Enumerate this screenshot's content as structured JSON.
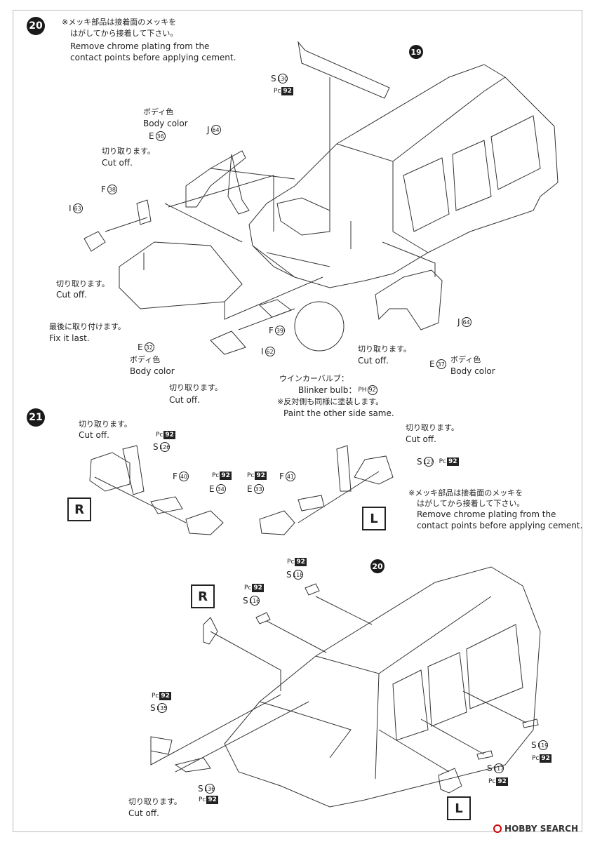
{
  "steps": {
    "s20": "20",
    "s21": "21",
    "s19": "19",
    "s20b": "20"
  },
  "notes": {
    "chrome_jp_1": "※メッキ部品は接着面のメッキを",
    "chrome_jp_2": "はがしてから接着して下さい。",
    "chrome_en_1": "Remove chrome plating from the",
    "chrome_en_2": "contact points before applying cement.",
    "body_color_jp": "ボディ色",
    "body_color_en": "Body color",
    "cutoff_jp": "切り取ります。",
    "cutoff_en": "Cut off.",
    "fixlast_jp": "最後に取り付けます。",
    "fixlast_en": "Fix it last.",
    "blinker_jp": "ウインカーバルブ：",
    "blinker_en": "Blinker bulb：",
    "other_side_jp": "※反対側も同様に塗装します。",
    "other_side_en": "Paint the other side same."
  },
  "parts": {
    "S130": {
      "letter": "S",
      "num": "130"
    },
    "J64": {
      "letter": "J",
      "num": "64"
    },
    "E36": {
      "letter": "E",
      "num": "36"
    },
    "F38": {
      "letter": "F",
      "num": "38"
    },
    "I63": {
      "letter": "I",
      "num": "63"
    },
    "E32": {
      "letter": "E",
      "num": "32"
    },
    "F39": {
      "letter": "F",
      "num": "39"
    },
    "I62": {
      "letter": "I",
      "num": "62"
    },
    "E37": {
      "letter": "E",
      "num": "37"
    },
    "J64b": {
      "letter": "J",
      "num": "64"
    },
    "S126": {
      "letter": "S",
      "num": "126"
    },
    "F40": {
      "letter": "F",
      "num": "40"
    },
    "E34": {
      "letter": "E",
      "num": "34"
    },
    "E33": {
      "letter": "E",
      "num": "33"
    },
    "F41": {
      "letter": "F",
      "num": "41"
    },
    "S127": {
      "letter": "S",
      "num": "127"
    },
    "S118": {
      "letter": "S",
      "num": "118"
    },
    "S116": {
      "letter": "S",
      "num": "116"
    },
    "S135": {
      "letter": "S",
      "num": "135"
    },
    "S136": {
      "letter": "S",
      "num": "136"
    },
    "S117": {
      "letter": "S",
      "num": "117"
    },
    "S119": {
      "letter": "S",
      "num": "119"
    }
  },
  "paint": {
    "pc_prefix": "Pc",
    "ph_prefix": "PH",
    "num": "92"
  },
  "sides": {
    "R": "R",
    "L": "L"
  },
  "watermark": "HOBBY SEARCH"
}
